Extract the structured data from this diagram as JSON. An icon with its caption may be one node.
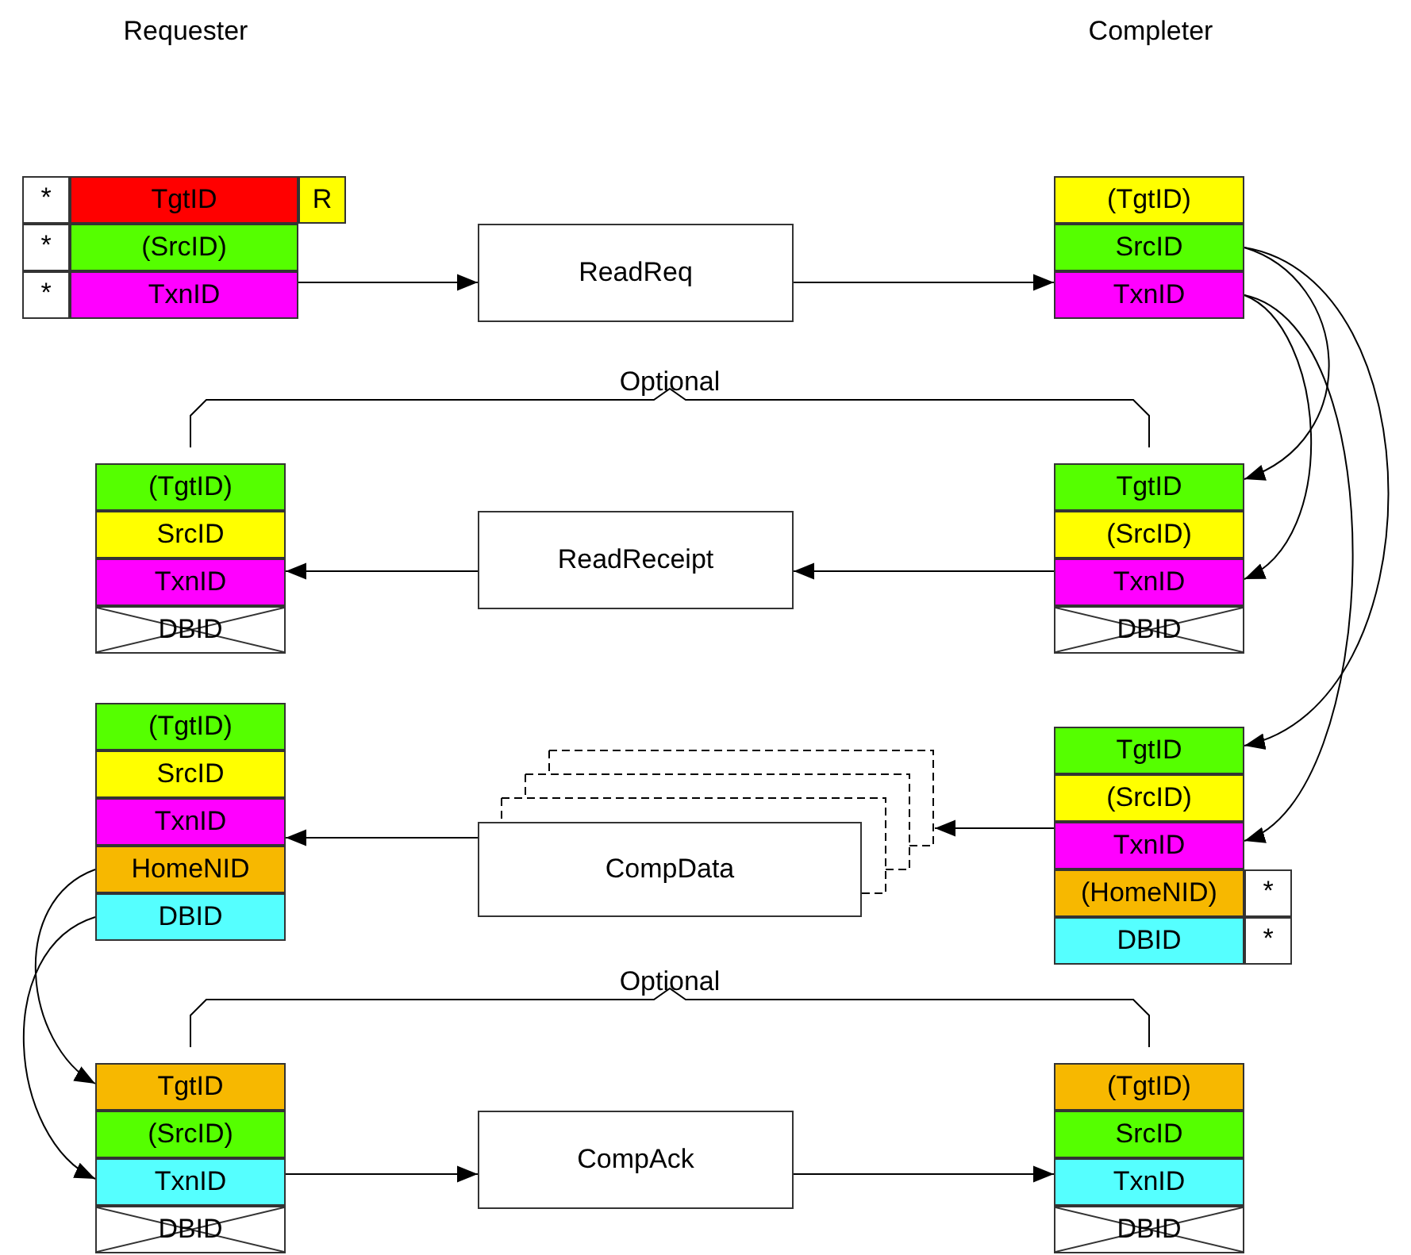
{
  "diagram": {
    "nodes": [
      {
        "text": [
          "*"
        ]
      },
      {
        "text": [
          "TgtID"
        ]
      },
      {
        "text": [
          "R"
        ]
      },
      {
        "text": [
          "*"
        ]
      },
      {
        "text": [
          "(SrcID)"
        ]
      },
      {
        "text": [
          "*"
        ]
      },
      {
        "text": [
          "TxnID"
        ]
      },
      {
        "text": [
          "ReadReq"
        ]
      },
      {
        "text": [
          "(TgtID)"
        ]
      },
      {
        "text": [
          "SrcID"
        ]
      },
      {
        "text": [
          "TxnID"
        ]
      },
      {
        "text": [
          "(TgtID)"
        ]
      },
      {
        "text": [
          "SrcID"
        ]
      },
      {
        "text": [
          "TxnID"
        ]
      },
      {
        "text": [
          "DBID"
        ]
      },
      {
        "text": [
          "ReadReceipt"
        ]
      },
      {
        "text": [
          "TgtID"
        ]
      },
      {
        "text": [
          "(SrcID)"
        ]
      },
      {
        "text": [
          "TxnID"
        ]
      },
      {
        "text": [
          "DBID"
        ]
      },
      {
        "text": [
          "(TgtID)"
        ]
      },
      {
        "text": [
          "SrcID"
        ]
      },
      {
        "text": [
          "TxnID"
        ]
      },
      {
        "text": [
          "HomeNID"
        ]
      },
      {
        "text": [
          "DBID"
        ]
      },
      {
        "text": [
          "CompData"
        ]
      },
      {
        "text": [
          "TgtID"
        ]
      },
      {
        "text": [
          "(SrcID)"
        ]
      },
      {
        "text": [
          "TxnID"
        ]
      },
      {
        "text": [
          "(HomeNID)"
        ]
      },
      {
        "text": [
          "*"
        ]
      },
      {
        "text": [
          "DBID"
        ]
      },
      {
        "text": [
          "*"
        ]
      },
      {
        "text": [
          "TgtID"
        ]
      },
      {
        "text": [
          "(SrcID)"
        ]
      },
      {
        "text": [
          "TxnID"
        ]
      },
      {
        "text": [
          "DBID"
        ]
      },
      {
        "text": [
          "CompAck"
        ]
      },
      {
        "text": [
          "(TgtID)"
        ]
      },
      {
        "text": [
          "SrcID"
        ]
      },
      {
        "text": [
          "TxnID"
        ]
      },
      {
        "text": [
          "DBID"
        ]
      }
    ],
    "edges": [
      {
        "from": 6,
        "to": 7,
        "arrow": "to"
      },
      {
        "from": 7,
        "to": 10,
        "arrow": "to"
      },
      {
        "from": 18,
        "to": 15,
        "arrow": "to"
      },
      {
        "from": 15,
        "to": 13,
        "arrow": "to"
      },
      {
        "from": 28,
        "to": 25,
        "arrow": "to"
      },
      {
        "from": 25,
        "to": 22,
        "arrow": "to"
      },
      {
        "from": 35,
        "to": 37,
        "arrow": "to"
      },
      {
        "from": 37,
        "to": 40,
        "arrow": "to"
      },
      {
        "from": 9,
        "to": 16,
        "arrow": "to"
      },
      {
        "from": 9,
        "to": 26,
        "arrow": "to"
      },
      {
        "from": 10,
        "to": 18,
        "arrow": "to"
      },
      {
        "from": 10,
        "to": 28,
        "arrow": "to"
      },
      {
        "from": 23,
        "to": 33,
        "arrow": "to"
      },
      {
        "from": 24,
        "to": 35,
        "arrow": "to"
      }
    ],
    "labels": [
      "Requester",
      "Completer",
      "Optional",
      "Optional"
    ]
  }
}
